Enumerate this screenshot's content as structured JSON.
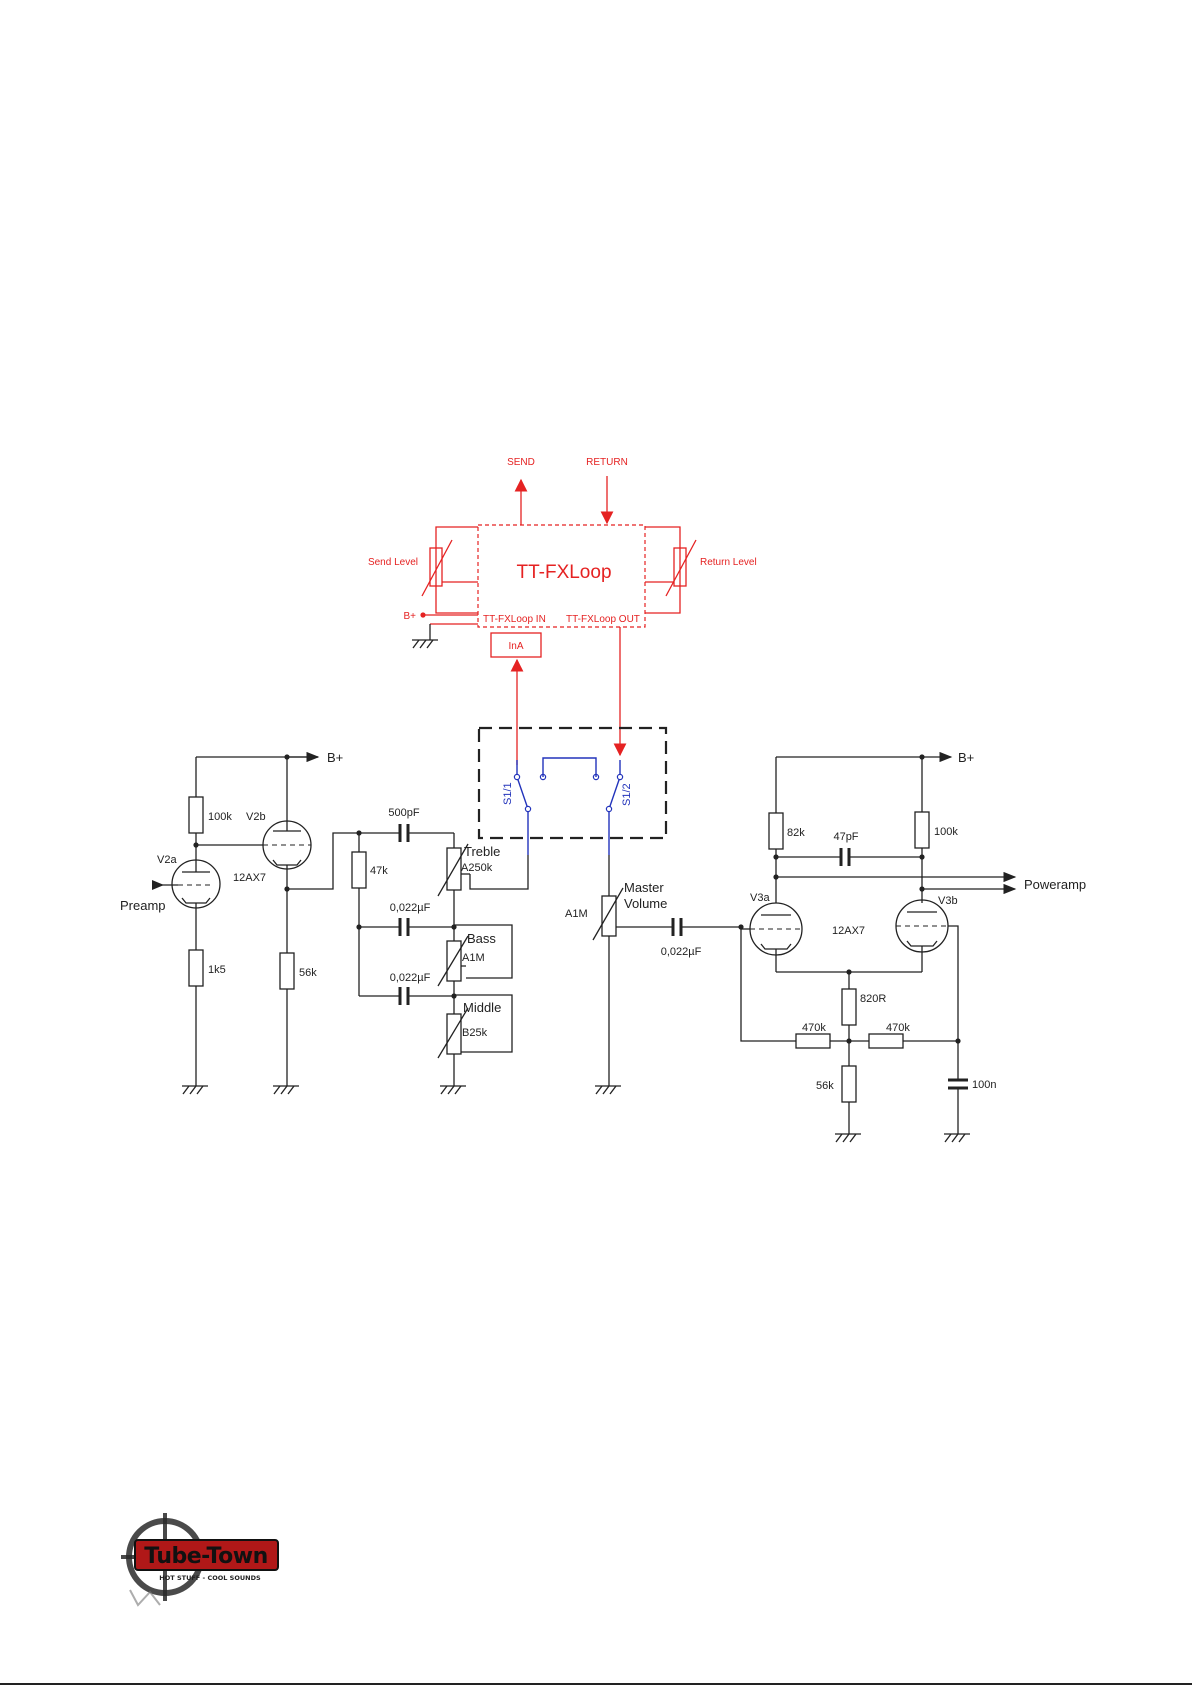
{
  "fxloop": {
    "send": "SEND",
    "return": "RETURN",
    "title": "TT-FXLoop",
    "send_level": "Send Level",
    "return_level": "Return Level",
    "in": "TT-FXLoop IN",
    "out": "TT-FXLoop OUT",
    "bplus": "B+",
    "ina": "InA"
  },
  "switch": {
    "s11": "S1/1",
    "s12": "S1/2"
  },
  "preamp": {
    "bplus": "B+",
    "r100k": "100k",
    "v2b": "V2b",
    "v2a": "V2a",
    "tube": "12AX7",
    "preamp": "Preamp",
    "r1k5": "1k5",
    "r56k": "56k"
  },
  "tonestack": {
    "c500pf": "500pF",
    "treble": "Treble",
    "a250k": "A250k",
    "r47k": "47k",
    "c1": "0,022µF",
    "bass": "Bass",
    "a1m": "A1M",
    "c2": "0,022µF",
    "middle": "Middle",
    "b25k": "B25k"
  },
  "master": {
    "label_line1": "Master",
    "label_line2": "Volume",
    "a1m": "A1M",
    "coupling_cap": "0,022µF"
  },
  "pi": {
    "bplus": "B+",
    "r82k": "82k",
    "c47pf": "47pF",
    "r100k": "100k",
    "poweramp": "Poweramp",
    "v3a": "V3a",
    "v3b": "V3b",
    "tube": "12AX7",
    "r820": "820R",
    "r470a": "470k",
    "r470b": "470k",
    "r56k": "56k",
    "c100n": "100n"
  },
  "logo": {
    "text": "Tube-Town",
    "tagline": "HOT STUFF - COOL SOUNDS"
  },
  "colors": {
    "ink": "#222222",
    "fxloop_red": "#e52222",
    "switch_blue": "#2233bb"
  }
}
